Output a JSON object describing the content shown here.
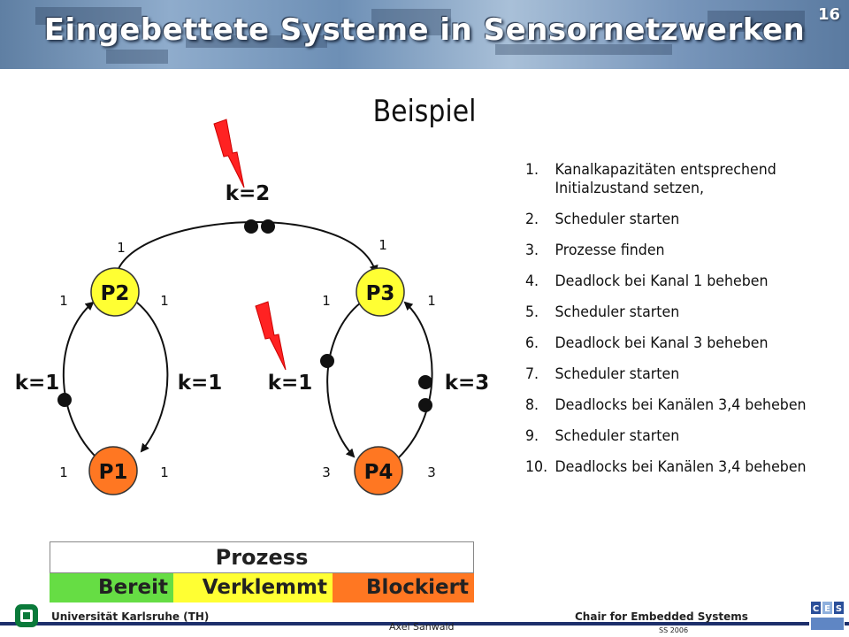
{
  "header": {
    "title": "Eingebettete Systeme in Sensornetzwerken",
    "slide_number": "16"
  },
  "subtitle": "Beispiel",
  "diagram": {
    "processes": {
      "p1": "P1",
      "p2": "P2",
      "p3": "P3",
      "p4": "P4"
    },
    "channels": {
      "top": "k=2",
      "left": "k=1",
      "mid_left": "k=1",
      "mid_right": "k=1",
      "right": "k=3"
    },
    "rates": {
      "top_p2": "1",
      "top_p3": "1",
      "p2_left": "1",
      "p2_right": "1",
      "p3_left": "1",
      "p3_right": "1",
      "p1_left": "1",
      "p1_right": "1",
      "p4_left": "3",
      "p4_right": "3"
    },
    "colors": {
      "bereit": "#66dd44",
      "verklemmt": "#ffff33",
      "blockiert": "#ff7722",
      "lightning": "#ff2222"
    }
  },
  "steps": [
    {
      "num": "1.",
      "text": "Kanalkapazitäten entsprechend Initialzustand setzen,"
    },
    {
      "num": "2.",
      "text": "Scheduler starten"
    },
    {
      "num": "3.",
      "text": "Prozesse finden"
    },
    {
      "num": "4.",
      "text": "Deadlock bei Kanal 1 beheben"
    },
    {
      "num": "5.",
      "text": "Scheduler starten"
    },
    {
      "num": "6.",
      "text": "Deadlock bei Kanal 3 beheben"
    },
    {
      "num": "7.",
      "text": "Scheduler starten"
    },
    {
      "num": "8.",
      "text": "Deadlocks bei Kanälen 3,4 beheben"
    },
    {
      "num": "9.",
      "text": "Scheduler starten"
    },
    {
      "num": "10.",
      "text": "Deadlocks bei Kanälen 3,4 beheben"
    }
  ],
  "legend": {
    "title": "Prozess",
    "bereit": "Bereit",
    "verklemmt": "Verklemmt",
    "blockiert": "Blockiert"
  },
  "footer": {
    "university": "Universität Karlsruhe (TH)",
    "author": "Axel Sanwald",
    "chair": "Chair for Embedded Systems",
    "term": "SS 2006",
    "logo_icon": "university-logo-icon",
    "ces_icon": "ces-logo-icon"
  }
}
